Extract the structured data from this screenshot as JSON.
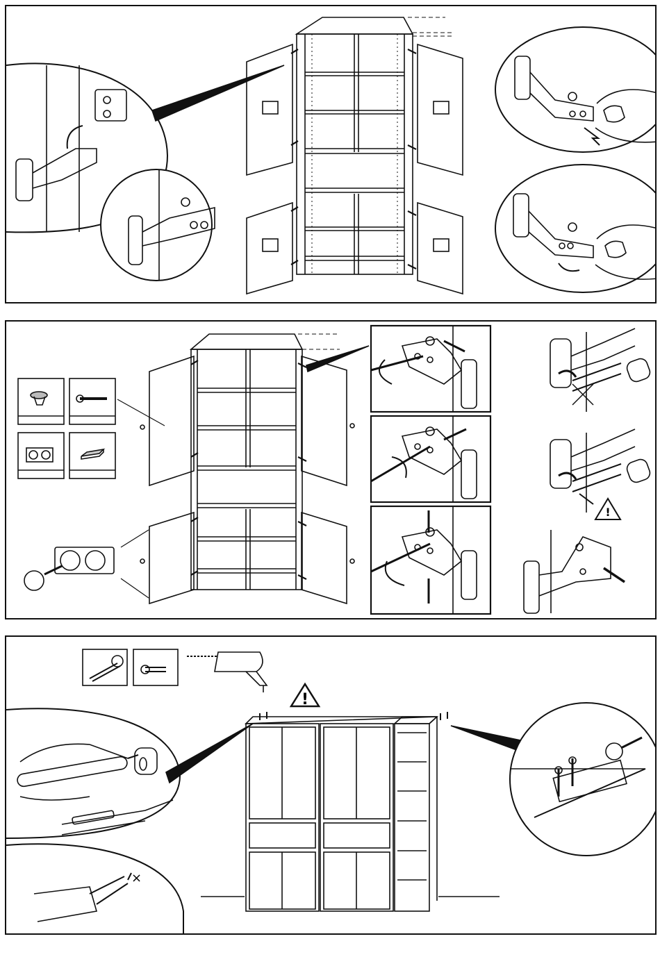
{
  "document": {
    "type": "assembly-instructions",
    "subject": "corner-cabinet-doors-and-wall-fixing"
  },
  "panels": [
    {
      "id": "step-hinge-mounting",
      "illustrations": [
        "cabinet-with-four-doors",
        "hinge-clip-detail-open",
        "hinge-clip-detail-closed",
        "hinge-release-press",
        "hinge-release-pull"
      ]
    },
    {
      "id": "step-hinge-adjustment",
      "parts": [
        "knob-icon",
        "screw-icon",
        "cover-cap-icon",
        "shim-icon"
      ],
      "illustrations": [
        "cabinet-doors-open",
        "hinge-adjust-depth",
        "hinge-adjust-side",
        "hinge-adjust-height",
        "screwdriver-wrong",
        "screwdriver-correct"
      ]
    },
    {
      "id": "step-wall-fixing",
      "parts": [
        "wall-bracket-icon",
        "screw-icon",
        "drill-icon"
      ],
      "illustrations": [
        "wall-mounted-units",
        "mark-drill-hole",
        "drill-wall",
        "bracket-screwed-detail"
      ]
    }
  ],
  "symbols": {
    "warning": "!",
    "cross": "×"
  }
}
